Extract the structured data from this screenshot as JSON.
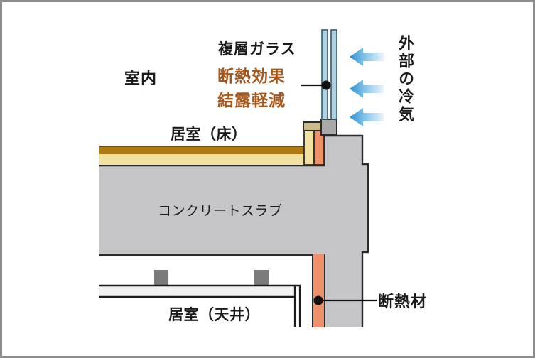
{
  "diagram": {
    "title_context": "窓まわり断熱 概念図",
    "labels": {
      "interior": "室内",
      "double_glazing": "複層ガラス",
      "insulation_effect": "断熱効果",
      "condensation_reduction": "結露軽減",
      "living_room_floor": "居室（床）",
      "concrete_slab": "コンクリートスラブ",
      "living_room_ceiling": "居室（天井）",
      "insulation_material": "断熱材",
      "outside_cold_air": "外部の冷気"
    },
    "colors": {
      "glass_fill": "#acd1e2",
      "glass_outline": "#3a5a6b",
      "window_frame_gray": "#a9a9a9",
      "sill_tan": "#cfba8c",
      "floor_surface_brown": "#b07911",
      "floor_underlay_cream": "#f2e2a2",
      "insulation_orange": "#f0906b",
      "concrete_gray": "#c6c6c8",
      "hanger_dark_gray": "#7b7b7b",
      "ceiling_light": "#f1f1f1",
      "arrow_blue_dark": "#2e8fd0",
      "arrow_blue_light": "#e8f5fc",
      "accent_text_brown": "#a5581d",
      "outline_black": "#2b2b2b",
      "border_gray": "#8b8b8b"
    }
  }
}
